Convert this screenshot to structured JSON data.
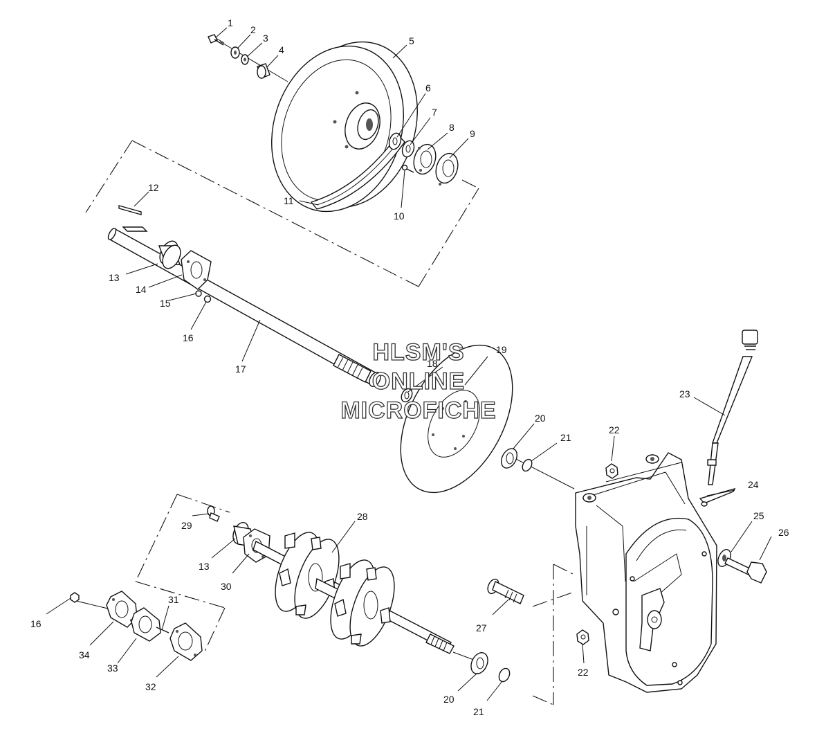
{
  "watermark": {
    "line1": "HLSM'S",
    "line2": "ONLINE",
    "line3": "MICROFICHE"
  },
  "callouts": [
    {
      "id": "1",
      "text": "1"
    },
    {
      "id": "2",
      "text": "2"
    },
    {
      "id": "3",
      "text": "3"
    },
    {
      "id": "4",
      "text": "4"
    },
    {
      "id": "5",
      "text": "5"
    },
    {
      "id": "6",
      "text": "6"
    },
    {
      "id": "7",
      "text": "7"
    },
    {
      "id": "8",
      "text": "8"
    },
    {
      "id": "9",
      "text": "9"
    },
    {
      "id": "10",
      "text": "10"
    },
    {
      "id": "11",
      "text": "11"
    },
    {
      "id": "12",
      "text": "12"
    },
    {
      "id": "13a",
      "text": "13"
    },
    {
      "id": "14",
      "text": "14"
    },
    {
      "id": "15",
      "text": "15"
    },
    {
      "id": "16a",
      "text": "16"
    },
    {
      "id": "17",
      "text": "17"
    },
    {
      "id": "18",
      "text": "18"
    },
    {
      "id": "19",
      "text": "19"
    },
    {
      "id": "20a",
      "text": "20"
    },
    {
      "id": "21a",
      "text": "21"
    },
    {
      "id": "22a",
      "text": "22"
    },
    {
      "id": "23",
      "text": "23"
    },
    {
      "id": "24",
      "text": "24"
    },
    {
      "id": "25",
      "text": "25"
    },
    {
      "id": "26",
      "text": "26"
    },
    {
      "id": "27",
      "text": "27"
    },
    {
      "id": "28",
      "text": "28"
    },
    {
      "id": "29",
      "text": "29"
    },
    {
      "id": "13b",
      "text": "13"
    },
    {
      "id": "30",
      "text": "30"
    },
    {
      "id": "16b",
      "text": "16"
    },
    {
      "id": "31",
      "text": "31"
    },
    {
      "id": "34",
      "text": "34"
    },
    {
      "id": "33",
      "text": "33"
    },
    {
      "id": "32",
      "text": "32"
    },
    {
      "id": "20b",
      "text": "20"
    },
    {
      "id": "21b",
      "text": "21"
    },
    {
      "id": "22b",
      "text": "22"
    }
  ]
}
